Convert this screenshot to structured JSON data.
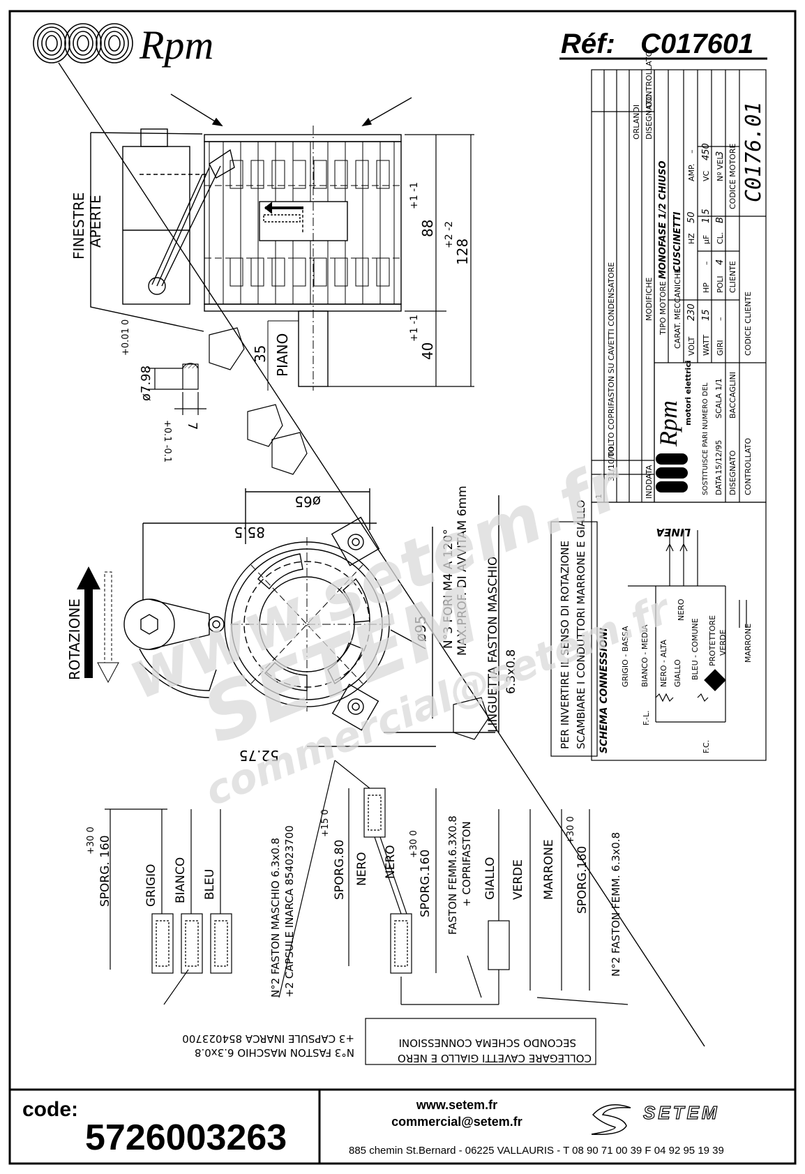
{
  "header": {
    "brand_name": "Rpm",
    "ref_label": "Réf:",
    "ref_value": "C017601"
  },
  "drawing": {
    "labels": {
      "finestre": "FINESTRE",
      "aperte": "APERTE",
      "piano": "PIANO",
      "rotazione": "ROTAZIONE",
      "linguetta": "LINGUETTA FASTON MASCHIO",
      "linguetta_size": "6.3x0.8",
      "fori1": "N°3 FORI M4 A 120°",
      "fori2": "MAX.PROF. DI AVVITAM 6mm",
      "inv1": "PER INVERTIRE IL SENSO DI ROTAZIONE",
      "inv2": "SCAMBIARE I CONDUTTORI MARRONE E GIALLO"
    },
    "dimensions": {
      "d88": "88",
      "d88_tol": "+1 -1",
      "d128": "128",
      "d128_tol": "+2 -2",
      "d40": "40",
      "d40_tol": "+1 -1",
      "d35": "35",
      "d798": "ø7.98",
      "d798_tol": "+0.01 0",
      "d7": "7",
      "d7_tol": "+0.1 -0.1",
      "d65": "ø65",
      "d855": "85.5",
      "d95": "ø95",
      "d5275": "52.75"
    }
  },
  "title_block": {
    "revision": {
      "ind": "1",
      "date": "31/10/00",
      "text": "TOLTO COPRIFASTON SU CAVETTI CONDENSATORE"
    },
    "col_ind": "IND",
    "col_data": "DATA",
    "col_modifiche": "MODIFICHE",
    "disegnato": "DISEGNATO",
    "controllato": "CONTROLLATO",
    "initials": "ORLANDI",
    "tipo_motore": "TIPO MOTORE",
    "tipo_value": "MONOFASE 1/2 CHIUSO",
    "carat": "CARAT. MECCANICHE",
    "carat_value": "CUSCINETTI",
    "volt": "VOLT",
    "volt_value": "230",
    "hz": "HZ",
    "hz_value": "50",
    "amp": "AMP.",
    "amp_value": "–",
    "watt": "WATT",
    "watt_value": "15",
    "hp": "HP",
    "hp_value": "–",
    "uf": "µF",
    "uf_value": "1.5",
    "vc": "VC",
    "vc_value": "450",
    "giri": "GIRI",
    "giri_value": "–",
    "poli": "POLI",
    "poli_value": "4",
    "cl": "CL.",
    "cl_value": "B",
    "nvel": "Nº VEL.",
    "nvel_value": "3",
    "cliente": "CLIENTE",
    "codice_motore": "CODICE MOTORE",
    "codice_motore_value": "C0176.01",
    "codice_cliente": "CODICE CLIENTE",
    "company": "motori elettrici",
    "sostituisce": "SOSTITUISCE PARI NUMERO DEL",
    "data": "DATA",
    "data_value": "15/12/95",
    "scala": "SCALA",
    "scala_value": "1/1",
    "disegnato_name": "BACCAGLINI",
    "controllato_row": "CONTROLLATO"
  },
  "schema": {
    "title": "SCHEMA CONNESSIONI",
    "linea": "LINEA",
    "wires": [
      "GRIGIO - BASSA",
      "BIANCO - MEDIA",
      "NERO - ALTA",
      "GIALLO",
      "BLEU - COMUNE",
      "PROTETTORE",
      "VERDE",
      "MARRONE"
    ],
    "nero_top": "NERO",
    "fl": "F.-L.",
    "fc": "F.C."
  },
  "leads": {
    "sporg160": "SPORG. 160",
    "sporg160_tol": "+30 0",
    "grigio": "GRIGIO",
    "bianco": "BIANCO",
    "bleu": "BLEU",
    "fast3_a": "N°3 FASTON MASCHIO 6.3x0.8",
    "fast3_b": "+3 CAPSULE INARCA 854023700",
    "fast2_a": "N°2 FASTON MASCHIO 6.3x0.8",
    "fast2_b": "+2 CAPSULE INARCA 854023700",
    "sporg80": "SPORG.80",
    "sporg80_tol": "+15 0",
    "nero": "NERO",
    "sporg160b": "SPORG.160",
    "sporg160b_tol": "+30 0",
    "fem_a": "FASTON FEMM.6.3X0.8",
    "fem_b": "+ COPRIFASTON",
    "giallo": "GIALLO",
    "verde": "VERDE",
    "marrone": "MARRONE",
    "sporg160c": "SPORG.160",
    "sporg160c_tol": "+30 0",
    "fem2": "N°2 FASTON FEMM. 6.3x0.8",
    "collegare1": "COLLEGARE CAVETTI GIALLO E NERO",
    "collegare2": "SECONDO SCHEMA CONNESSIONI"
  },
  "footer": {
    "code_label": "code:",
    "code_value": "5726003263",
    "website": "www.setem.fr",
    "email": "commercial@setem.fr",
    "address": "885 chemin St.Bernard  -  06225 VALLAURIS  -  T 08 90 71 00 39   F 04 92 95 19 39",
    "setem_logo": "SETEM"
  },
  "watermark": {
    "line1": "www.setem.fr",
    "line2": "SETEM",
    "line3": "commercial@setem.fr"
  }
}
